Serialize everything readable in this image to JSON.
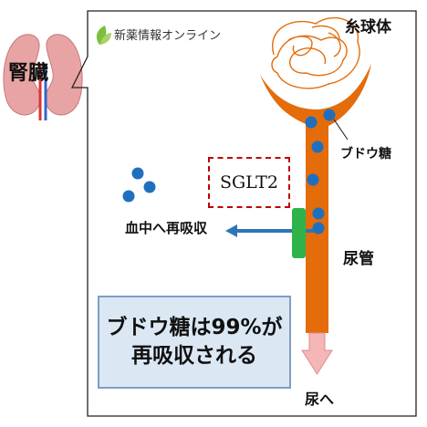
{
  "organ_label": "腎臓",
  "brand": "新薬情報オンライン",
  "labels": {
    "glomerulus": "糸球体",
    "glucose": "ブドウ糖",
    "transporter": "SGLT2",
    "reabsorb": "血中へ再吸収",
    "tubule": "尿管",
    "to_urine": "尿へ"
  },
  "info_box": {
    "line1": "ブドウ糖は99%が",
    "line2": "再吸収される"
  },
  "colors": {
    "tubule": "#e46c0a",
    "glucose": "#1f6fbf",
    "transporter": "#2db34a",
    "reabsorb_arrow": "#2e75b6",
    "urine_arrow": "#f4b6b6",
    "sglt2_border": "#c00000",
    "info_box_fill": "#dbe8f4",
    "kidney": "#e8a4a4"
  }
}
